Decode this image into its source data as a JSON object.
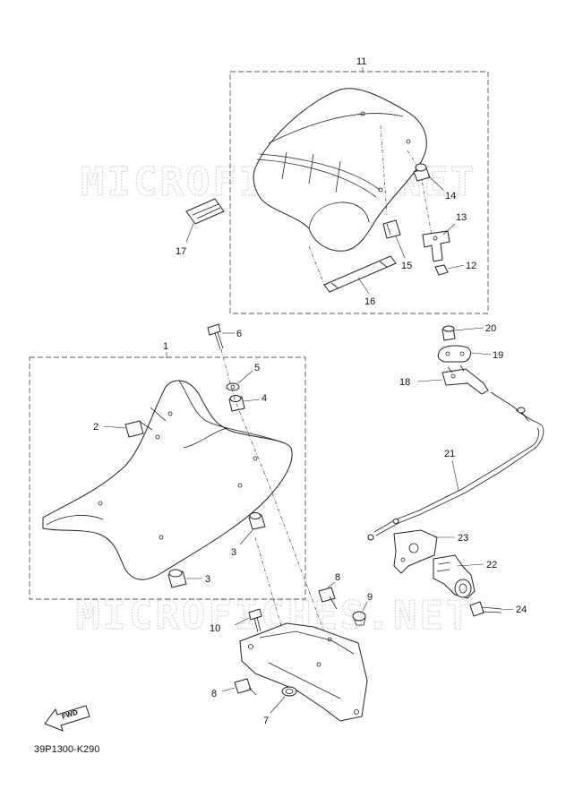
{
  "watermark": "MICROFICHES.NET",
  "diagram_code": "39P1300-K290",
  "fwd_label": "FWD",
  "callouts": {
    "c1": "1",
    "c2": "2",
    "c3a": "3",
    "c3b": "3",
    "c4": "4",
    "c5": "5",
    "c6": "6",
    "c7": "7",
    "c8a": "8",
    "c8b": "8",
    "c9": "9",
    "c10": "10",
    "c11": "11",
    "c12": "12",
    "c13": "13",
    "c14": "14",
    "c15": "15",
    "c16": "16",
    "c17": "17",
    "c18": "18",
    "c19": "19",
    "c20": "20",
    "c21": "21",
    "c22": "22",
    "c23": "23",
    "c24": "24"
  }
}
